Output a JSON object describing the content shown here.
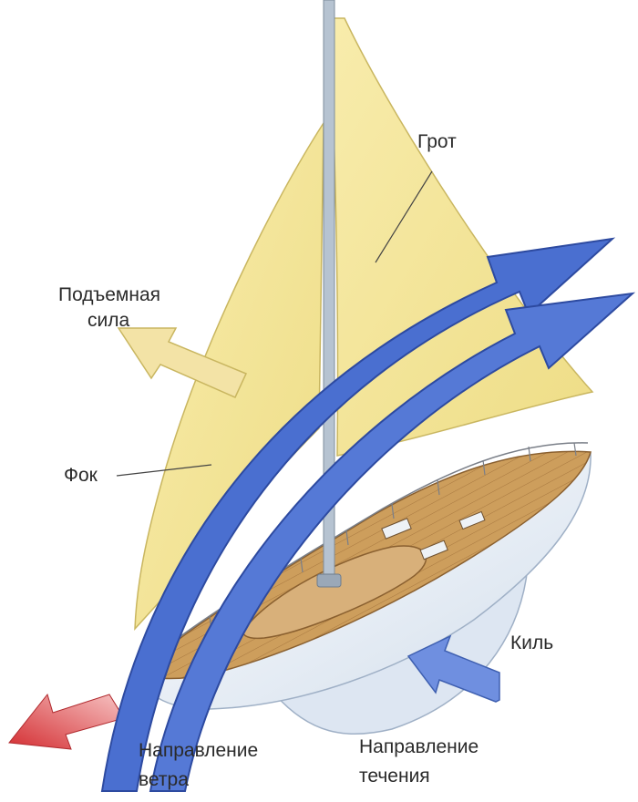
{
  "labels": {
    "grot": "Грот",
    "lift_line1": "Подъемная",
    "lift_line2": "сила",
    "fok": "Фок",
    "kil": "Киль",
    "wind_line1": "Направление",
    "wind_line2": "ветра",
    "current_line1": "Направление",
    "current_line2": "течения"
  },
  "colors": {
    "sail": "#f3e49a",
    "sail_edge": "#c9b660",
    "wind_arrow": "#4a6fd0",
    "wind_edge": "#2d4aa0",
    "lift_arrow": "#f3e3a6",
    "current_arrow": "#6f8fe0",
    "exit_arrow": "#d8383a",
    "deck": "#c99a5a",
    "hull": "#e8eef6",
    "keel": "#dde6f2",
    "mast": "#a9b7c6"
  }
}
